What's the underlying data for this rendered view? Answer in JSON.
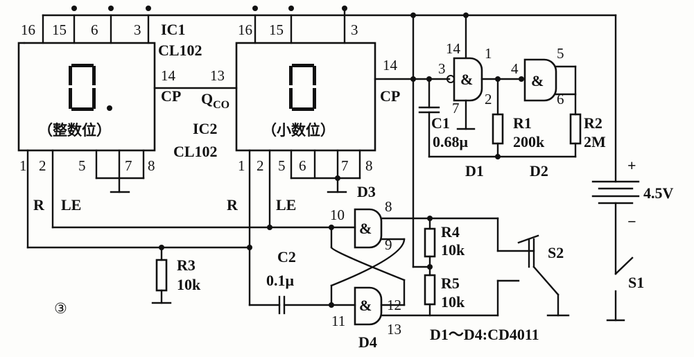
{
  "pins": {
    "ic1_top": [
      "16",
      "15",
      "6",
      "3"
    ],
    "ic2_top": [
      "16",
      "15",
      "3"
    ],
    "ic1_pin14": "14",
    "ic2_pin13": "13",
    "ic2_pin14": "14",
    "ic1_bottom": [
      "1",
      "2",
      "5",
      "7",
      "8"
    ],
    "ic2_bottom": [
      "1",
      "2",
      "5",
      "6",
      "7",
      "8"
    ],
    "d1_14": "14",
    "d1_3": "3",
    "d1_1": "1",
    "d1_2": "2",
    "d1_7": "7",
    "d2_4": "4",
    "d2_5": "5",
    "d2_6": "6",
    "d3_10": "10",
    "d3_8": "8",
    "d3_9": "9",
    "d4_11": "11",
    "d4_12": "12",
    "d4_13": "13"
  },
  "labels": {
    "ic1": "IC1",
    "ic1_part": "CL102",
    "cp_ic1": "CP",
    "qco_main": "Q",
    "qco_sub": "CO",
    "ic2": "IC2",
    "ic2_part": "CL102",
    "cp_ic2": "CP",
    "ic1_caption": "（整数位）",
    "ic2_caption": "（小数位）",
    "r_ic1": "R",
    "le_ic1": "LE",
    "r_ic2": "R",
    "le_ic2": "LE",
    "c1": "C1",
    "c1_value": "0.68μ",
    "r1": "R1",
    "r1_value": "200k",
    "r2": "R2",
    "r2_value": "2M",
    "d1": "D1",
    "d2": "D2",
    "plus": "+",
    "voltage": "4.5V",
    "minus": "−",
    "s1": "S1",
    "r3": "R3",
    "r3_value": "10k",
    "c2": "C2",
    "c2_value": "0.1μ",
    "d3": "D3",
    "d4": "D4",
    "r4": "R4",
    "r4_value": "10k",
    "r5": "R5",
    "r5_value": "10k",
    "s2": "S2",
    "gate_note": "D1～D4:CD4011",
    "figure_number": "③",
    "and_symbol": "&"
  }
}
